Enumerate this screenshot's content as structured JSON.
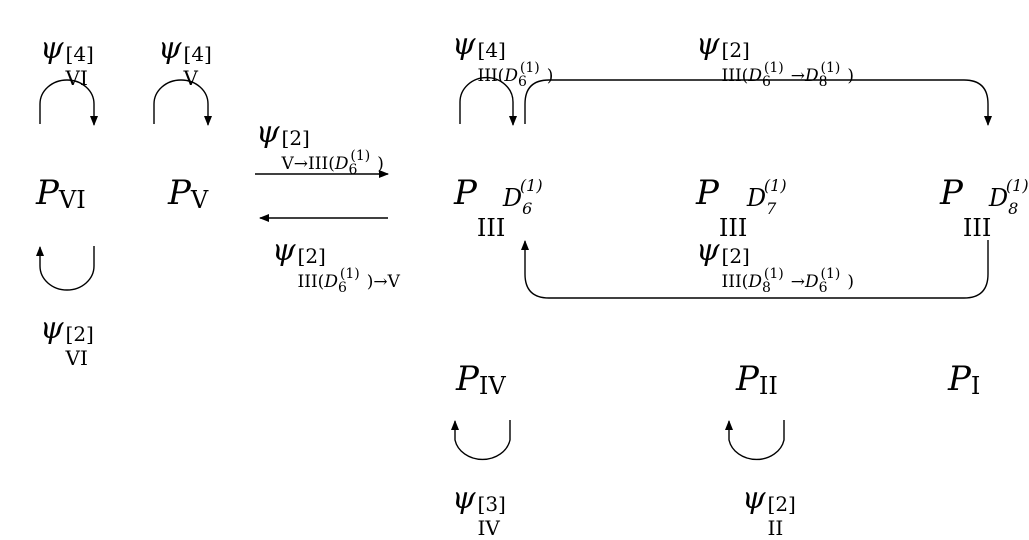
{
  "nodes": {
    "P_VI": {
      "base": "P",
      "sub": "VI"
    },
    "P_V": {
      "base": "P",
      "sub": "V"
    },
    "P_III_D6": {
      "base": "P",
      "sub": "III",
      "sup_base": "D",
      "sup_sub": "6",
      "sup_sup": "(1)"
    },
    "P_III_D7": {
      "base": "P",
      "sub": "III",
      "sup_base": "D",
      "sup_sub": "7",
      "sup_sup": "(1)"
    },
    "P_III_D8": {
      "base": "P",
      "sub": "III",
      "sup_base": "D",
      "sup_sub": "8",
      "sup_sup": "(1)"
    },
    "P_IV": {
      "base": "P",
      "sub": "IV"
    },
    "P_II": {
      "base": "P",
      "sub": "II"
    },
    "P_I": {
      "base": "P",
      "sub": "I"
    }
  },
  "labels": {
    "psi_VI_4": {
      "base": "ψ",
      "order": "[4]",
      "sub": "VI"
    },
    "psi_V_4": {
      "base": "ψ",
      "order": "[4]",
      "sub": "V"
    },
    "psi_VI_2": {
      "base": "ψ",
      "order": "[2]",
      "sub": "VI"
    },
    "psi_V_to_III": {
      "base": "ψ",
      "order": "[2]",
      "sub_pre": "V→III(",
      "sub_D": "D",
      "sub_D_sub": "6",
      "sub_D_sup": "(1)",
      "sub_post": ")"
    },
    "psi_III_to_V": {
      "base": "ψ",
      "order": "[2]",
      "sub_pre": "III(",
      "sub_D": "D",
      "sub_D_sub": "6",
      "sub_D_sup": "(1)",
      "sub_post": ")→V"
    },
    "psi_III_D6_4": {
      "base": "ψ",
      "order": "[4]",
      "sub_pre": "III(",
      "sub_D": "D",
      "sub_D_sub": "6",
      "sub_D_sup": "(1)",
      "sub_post": ")"
    },
    "psi_D6_to_D8": {
      "base": "ψ",
      "order": "[2]",
      "sub_pre": "III(",
      "sub_D": "D",
      "sub_D_sub": "6",
      "sub_D_sup": "(1)",
      "sub_mid": "→",
      "sub_D2": "D",
      "sub_D2_sub": "8",
      "sub_D2_sup": "(1)",
      "sub_post": ")"
    },
    "psi_D8_to_D6": {
      "base": "ψ",
      "order": "[2]",
      "sub_pre": "III(",
      "sub_D": "D",
      "sub_D_sub": "8",
      "sub_D_sup": "(1)",
      "sub_mid": "→",
      "sub_D2": "D",
      "sub_D2_sub": "6",
      "sub_D2_sup": "(1)",
      "sub_post": ")"
    },
    "psi_IV_3": {
      "base": "ψ",
      "order": "[3]",
      "sub": "IV"
    },
    "psi_II_2": {
      "base": "ψ",
      "order": "[2]",
      "sub": "II"
    }
  }
}
